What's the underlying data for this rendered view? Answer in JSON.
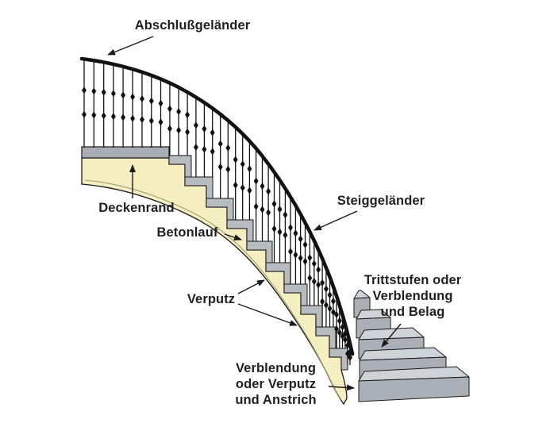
{
  "diagram": {
    "labels": {
      "abschlussgelaender": "Abschlußgeländer",
      "deckenrand": "Deckenrand",
      "betonlauf": "Betonlauf",
      "verputz": "Verputz",
      "steiggelaender": "Steiggeländer",
      "trittstufen": [
        "Trittstufen oder",
        "Verblendung",
        "und Belag"
      ],
      "verblendung": [
        "Verblendung",
        "oder Verputz",
        "und Anstrich"
      ]
    },
    "colors": {
      "background": "#ffffff",
      "text": "#231f20",
      "outline": "#1a1a1a",
      "railing": "#121212",
      "concrete": "#f4eec0",
      "plaster_line": "#a39b72",
      "ceiling_gray": "#a9aeb4",
      "step_gray": "#b7bcc1",
      "step_face_gray": "#aab0b6",
      "step_tread_light": "#ced3d7"
    }
  }
}
